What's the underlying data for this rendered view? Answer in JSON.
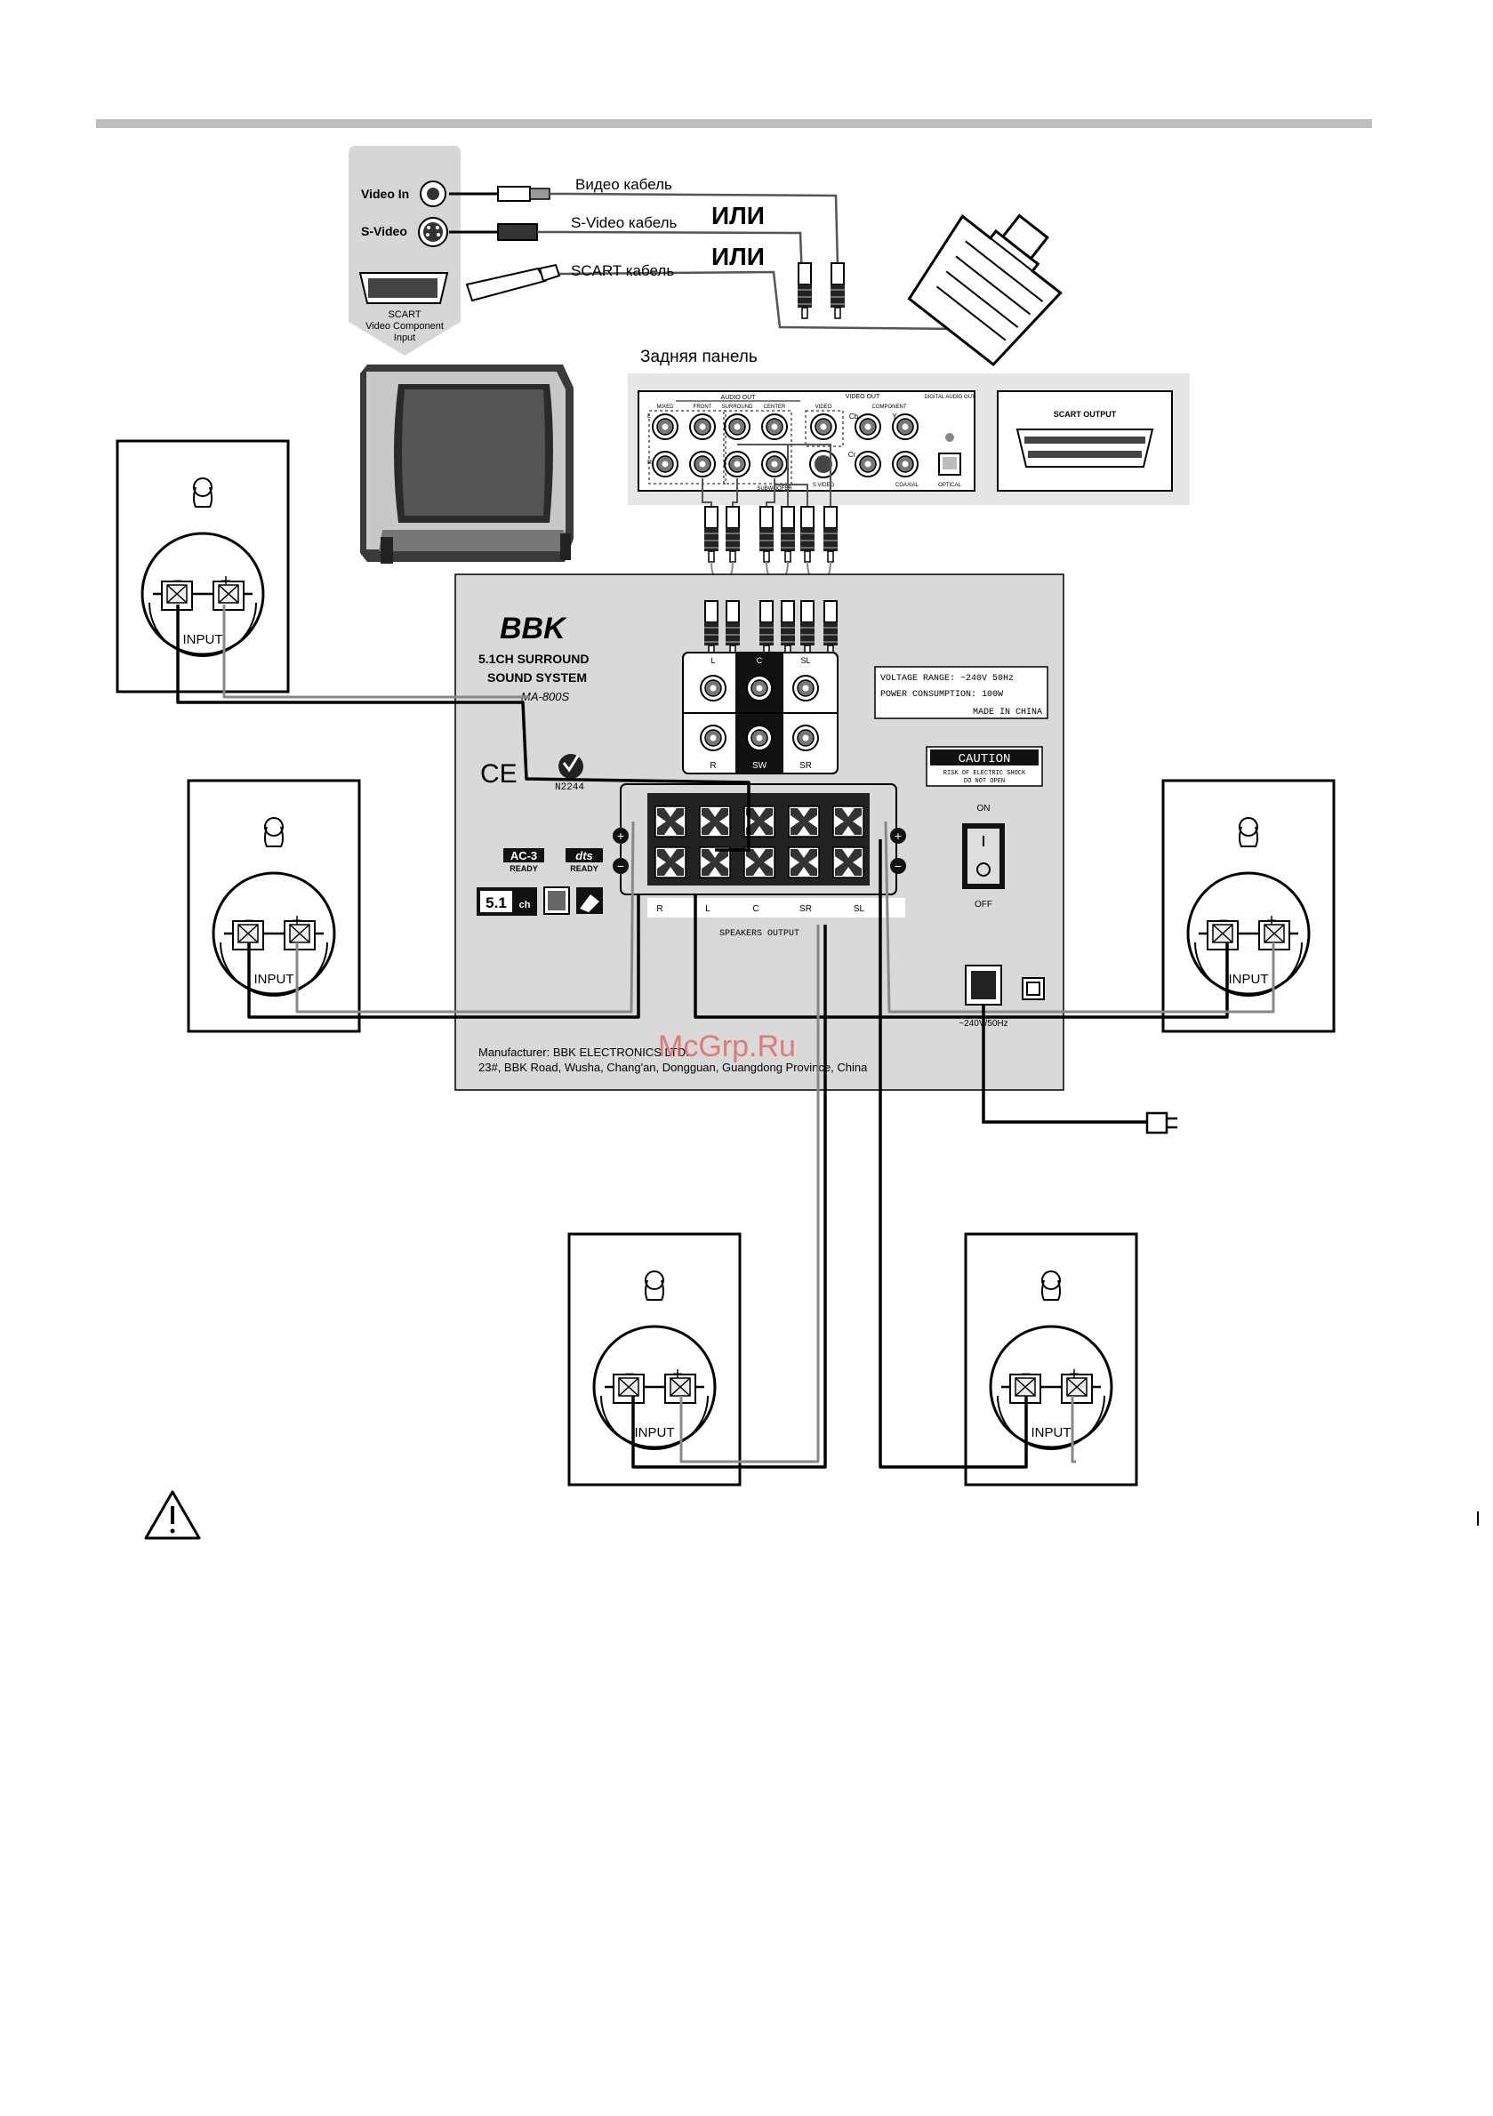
{
  "tv_inputs": {
    "video_in": "Video In",
    "s_video": "S-Video",
    "scart_line1": "SCART",
    "scart_line2": "Video Component",
    "scart_line3": "Input"
  },
  "cables": {
    "video": "Видео кабель",
    "svideo": "S-Video кабель",
    "scart": "SCART кабель",
    "or1": "ИЛИ",
    "or2": "ИЛИ"
  },
  "rear_panel": {
    "title": "Задняя панель",
    "audio_out": "AUDIO OUT",
    "mixed": "MIXED",
    "front": "FRONT",
    "surround": "SURROUND",
    "center": "CENTER",
    "subwoofer": "SUBWOOFER",
    "video_out": "VIDEO OUT",
    "video": "VIDEO",
    "s_video": "S VIDEO",
    "component": "COMPONENT",
    "cb": "Cb",
    "cr": "Cr",
    "y": "Y",
    "digital_audio_out": "DIGITAL AUDIO OUT",
    "coaxial": "COAXIAL",
    "optical": "OPTICAL",
    "scart_output": "SCART OUTPUT",
    "l": "L",
    "r": "R"
  },
  "unit": {
    "brand": "BBK",
    "line1": "5.1CH  SURROUND",
    "line2": "SOUND SYSTEM",
    "model": "MA-800S",
    "ce": "CE",
    "cert": "N2244",
    "input_labels": [
      "L",
      "C",
      "SL",
      "R",
      "SW",
      "SR"
    ],
    "spec1": "VOLTAGE RANGE:  ~240V 50Hz",
    "spec2": "POWER CONSUMPTION: 100W",
    "spec3": "MADE IN CHINA",
    "caution": "CAUTION",
    "caution_sub1": "RISK OF ELECTRIC SHOCK",
    "caution_sub2": "DO NOT OPEN",
    "on": "ON",
    "off": "OFF",
    "ac3_line1": "AC-3",
    "ac3_line2": "READY",
    "dts_line1": "dts",
    "dts_line2": "READY",
    "badge_51": "5.1",
    "badge_ch": "ch",
    "speaker_labels": [
      "R",
      "L",
      "C",
      "SR",
      "SL"
    ],
    "speakers_output": "SPEAKERS OUTPUT",
    "power_label": "~240V/50Hz",
    "manufacturer": "Manufacturer: BBK ELECTRONICS LTD.",
    "address": "23#, BBK Road, Wusha, Chang'an, Dongguan, Guangdong Province, China"
  },
  "speaker": {
    "input": "INPUT",
    "minus": "−",
    "plus": "+"
  },
  "watermark": "McGrp.Ru"
}
